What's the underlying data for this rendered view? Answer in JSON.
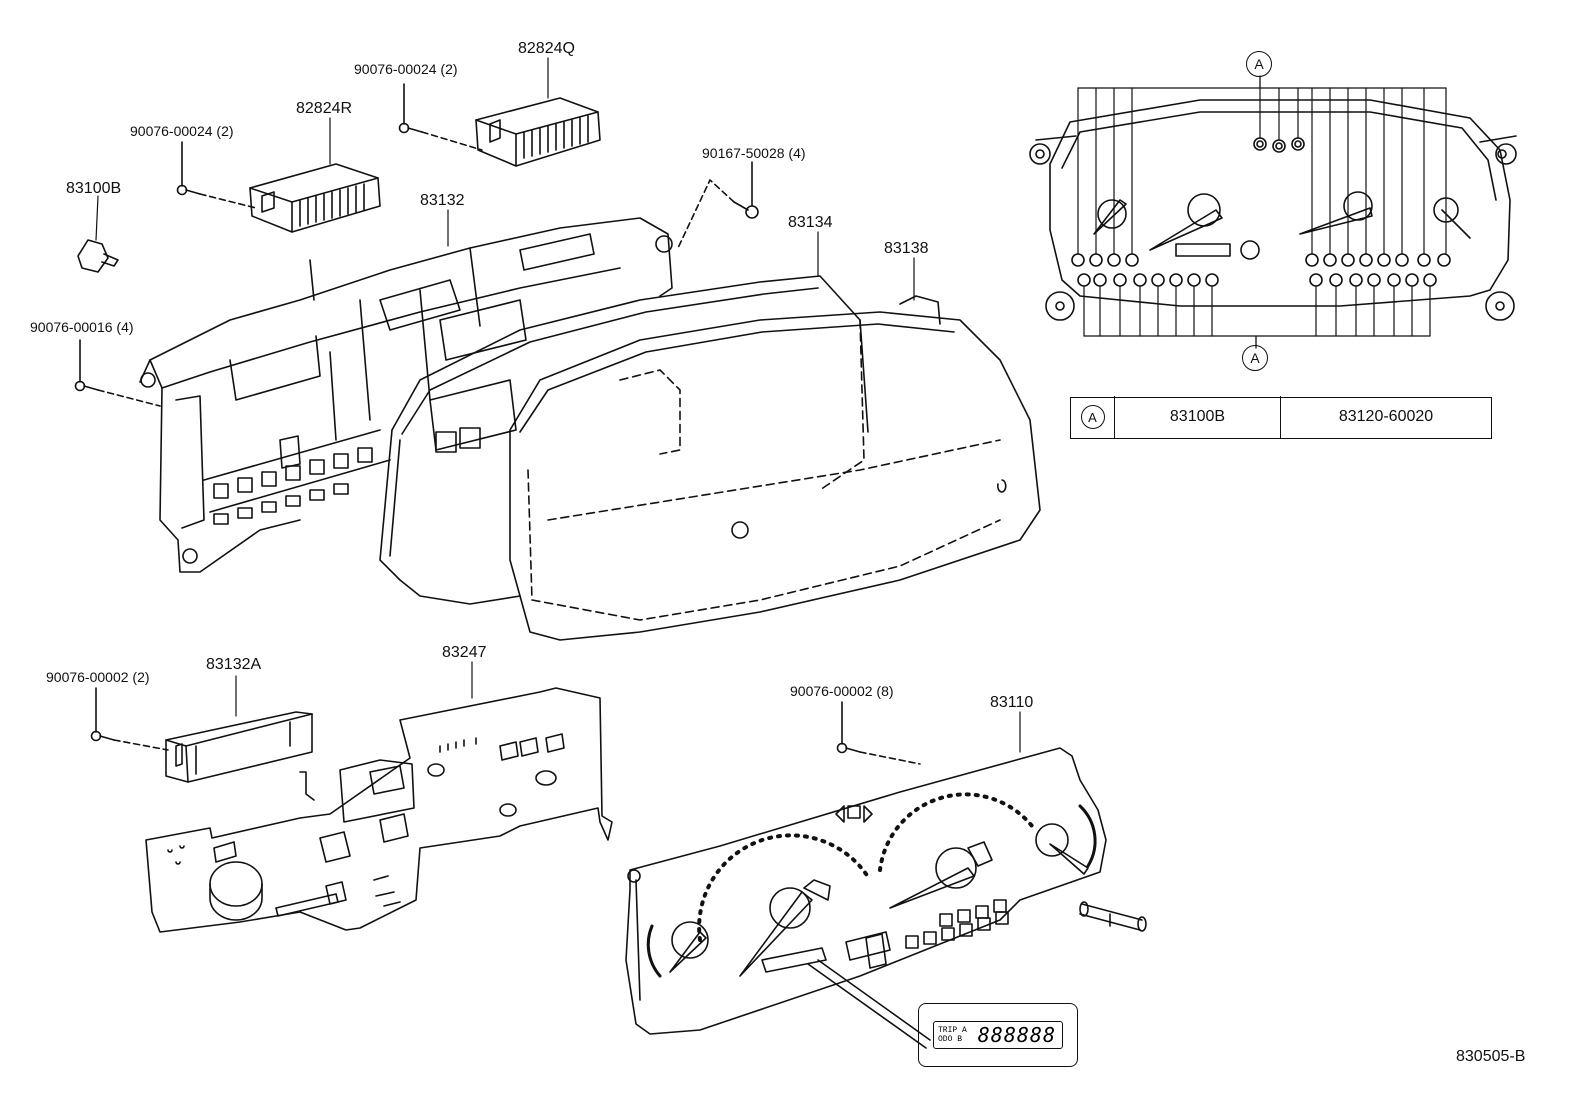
{
  "parts": {
    "p82824Q": "82824Q",
    "p90076_00024_a": "90076-00024 (2)",
    "p82824R": "82824R",
    "p90076_00024_b": "90076-00024 (2)",
    "p83100B": "83100B",
    "p83132": "83132",
    "p90167_50028": "90167-50028 (4)",
    "p83134": "83134",
    "p83138": "83138",
    "p90076_00016": "90076-00016 (4)",
    "p90076_00002_a": "90076-00002 (2)",
    "p83132A": "83132A",
    "p83247": "83247",
    "p90076_00002_b": "90076-00002 (8)",
    "p83110": "83110"
  },
  "rear_view": {
    "callout_top": "A",
    "callout_bottom": "A"
  },
  "reference_table": {
    "callout": "A",
    "col1": "83100B",
    "col2": "83120-60020"
  },
  "odometer": {
    "flag_trip": "TRIP",
    "flag_a": "A",
    "flag_odo": "ODO",
    "flag_b": "B",
    "digits": "888888"
  },
  "drawing_id": "830505-B"
}
